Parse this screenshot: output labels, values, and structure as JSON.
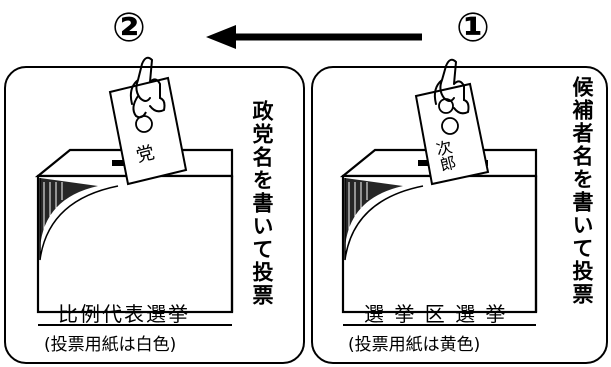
{
  "steps": {
    "first": "①",
    "second": "②"
  },
  "panels": {
    "right": {
      "instruction": "候補者名を書いて投票",
      "title": "選 挙 区 選 挙",
      "subtitle": "(投票用紙は黄色)",
      "ballot_text": "次郎"
    },
    "left": {
      "instruction": "政党名を書いて投票",
      "title": "比例代表選挙",
      "subtitle": "(投票用紙は白色)",
      "ballot_text": "党"
    }
  }
}
